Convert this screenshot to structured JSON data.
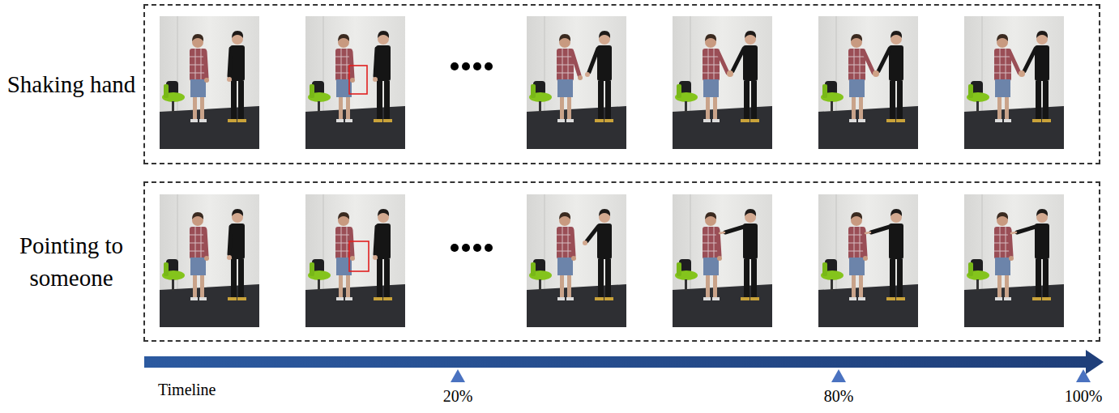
{
  "diagram": {
    "nodes": [
      {
        "text": [
          "Shaking hand"
        ]
      },
      {
        "text": [
          "Pointing to someone"
        ]
      }
    ],
    "labels": [
      "Timeline",
      "20%",
      "80%",
      "100%"
    ]
  }
}
